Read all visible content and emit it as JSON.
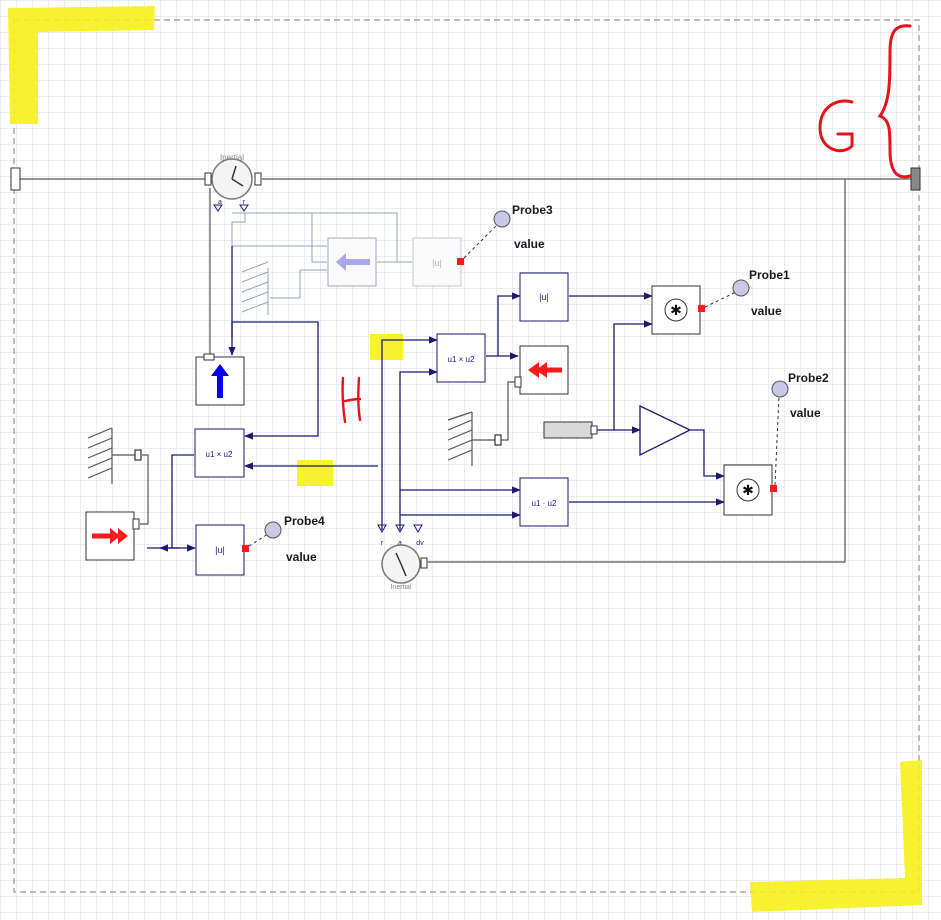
{
  "diagram": {
    "probes": {
      "probe1": {
        "name": "Probe1",
        "output": "value"
      },
      "probe2": {
        "name": "Probe2",
        "output": "value"
      },
      "probe3": {
        "name": "Probe3",
        "output": "value"
      },
      "probe4": {
        "name": "Probe4",
        "output": "value"
      }
    },
    "blocks": {
      "norm": "|u|",
      "cross": "u1 × u2",
      "dot": "u1 · u2",
      "inertial": "Inertial",
      "frame_a": "a",
      "frame_r": "r",
      "frame_r2": "r",
      "frame_a2": "a",
      "frame_dv": "dv"
    },
    "annotations": {
      "letter_g": "G",
      "letter_h": "H"
    }
  },
  "colors": {
    "grid": "#d6dbea",
    "wire_dark": "#1a1a6e",
    "wire_gray": "#555555",
    "block_border": "#1a1a6e",
    "accent_red": "#ff1a1a",
    "probe_fill": "#c7c9e6",
    "highlight_yellow": "#f7f01a",
    "annotation_red": "#e8121a"
  }
}
